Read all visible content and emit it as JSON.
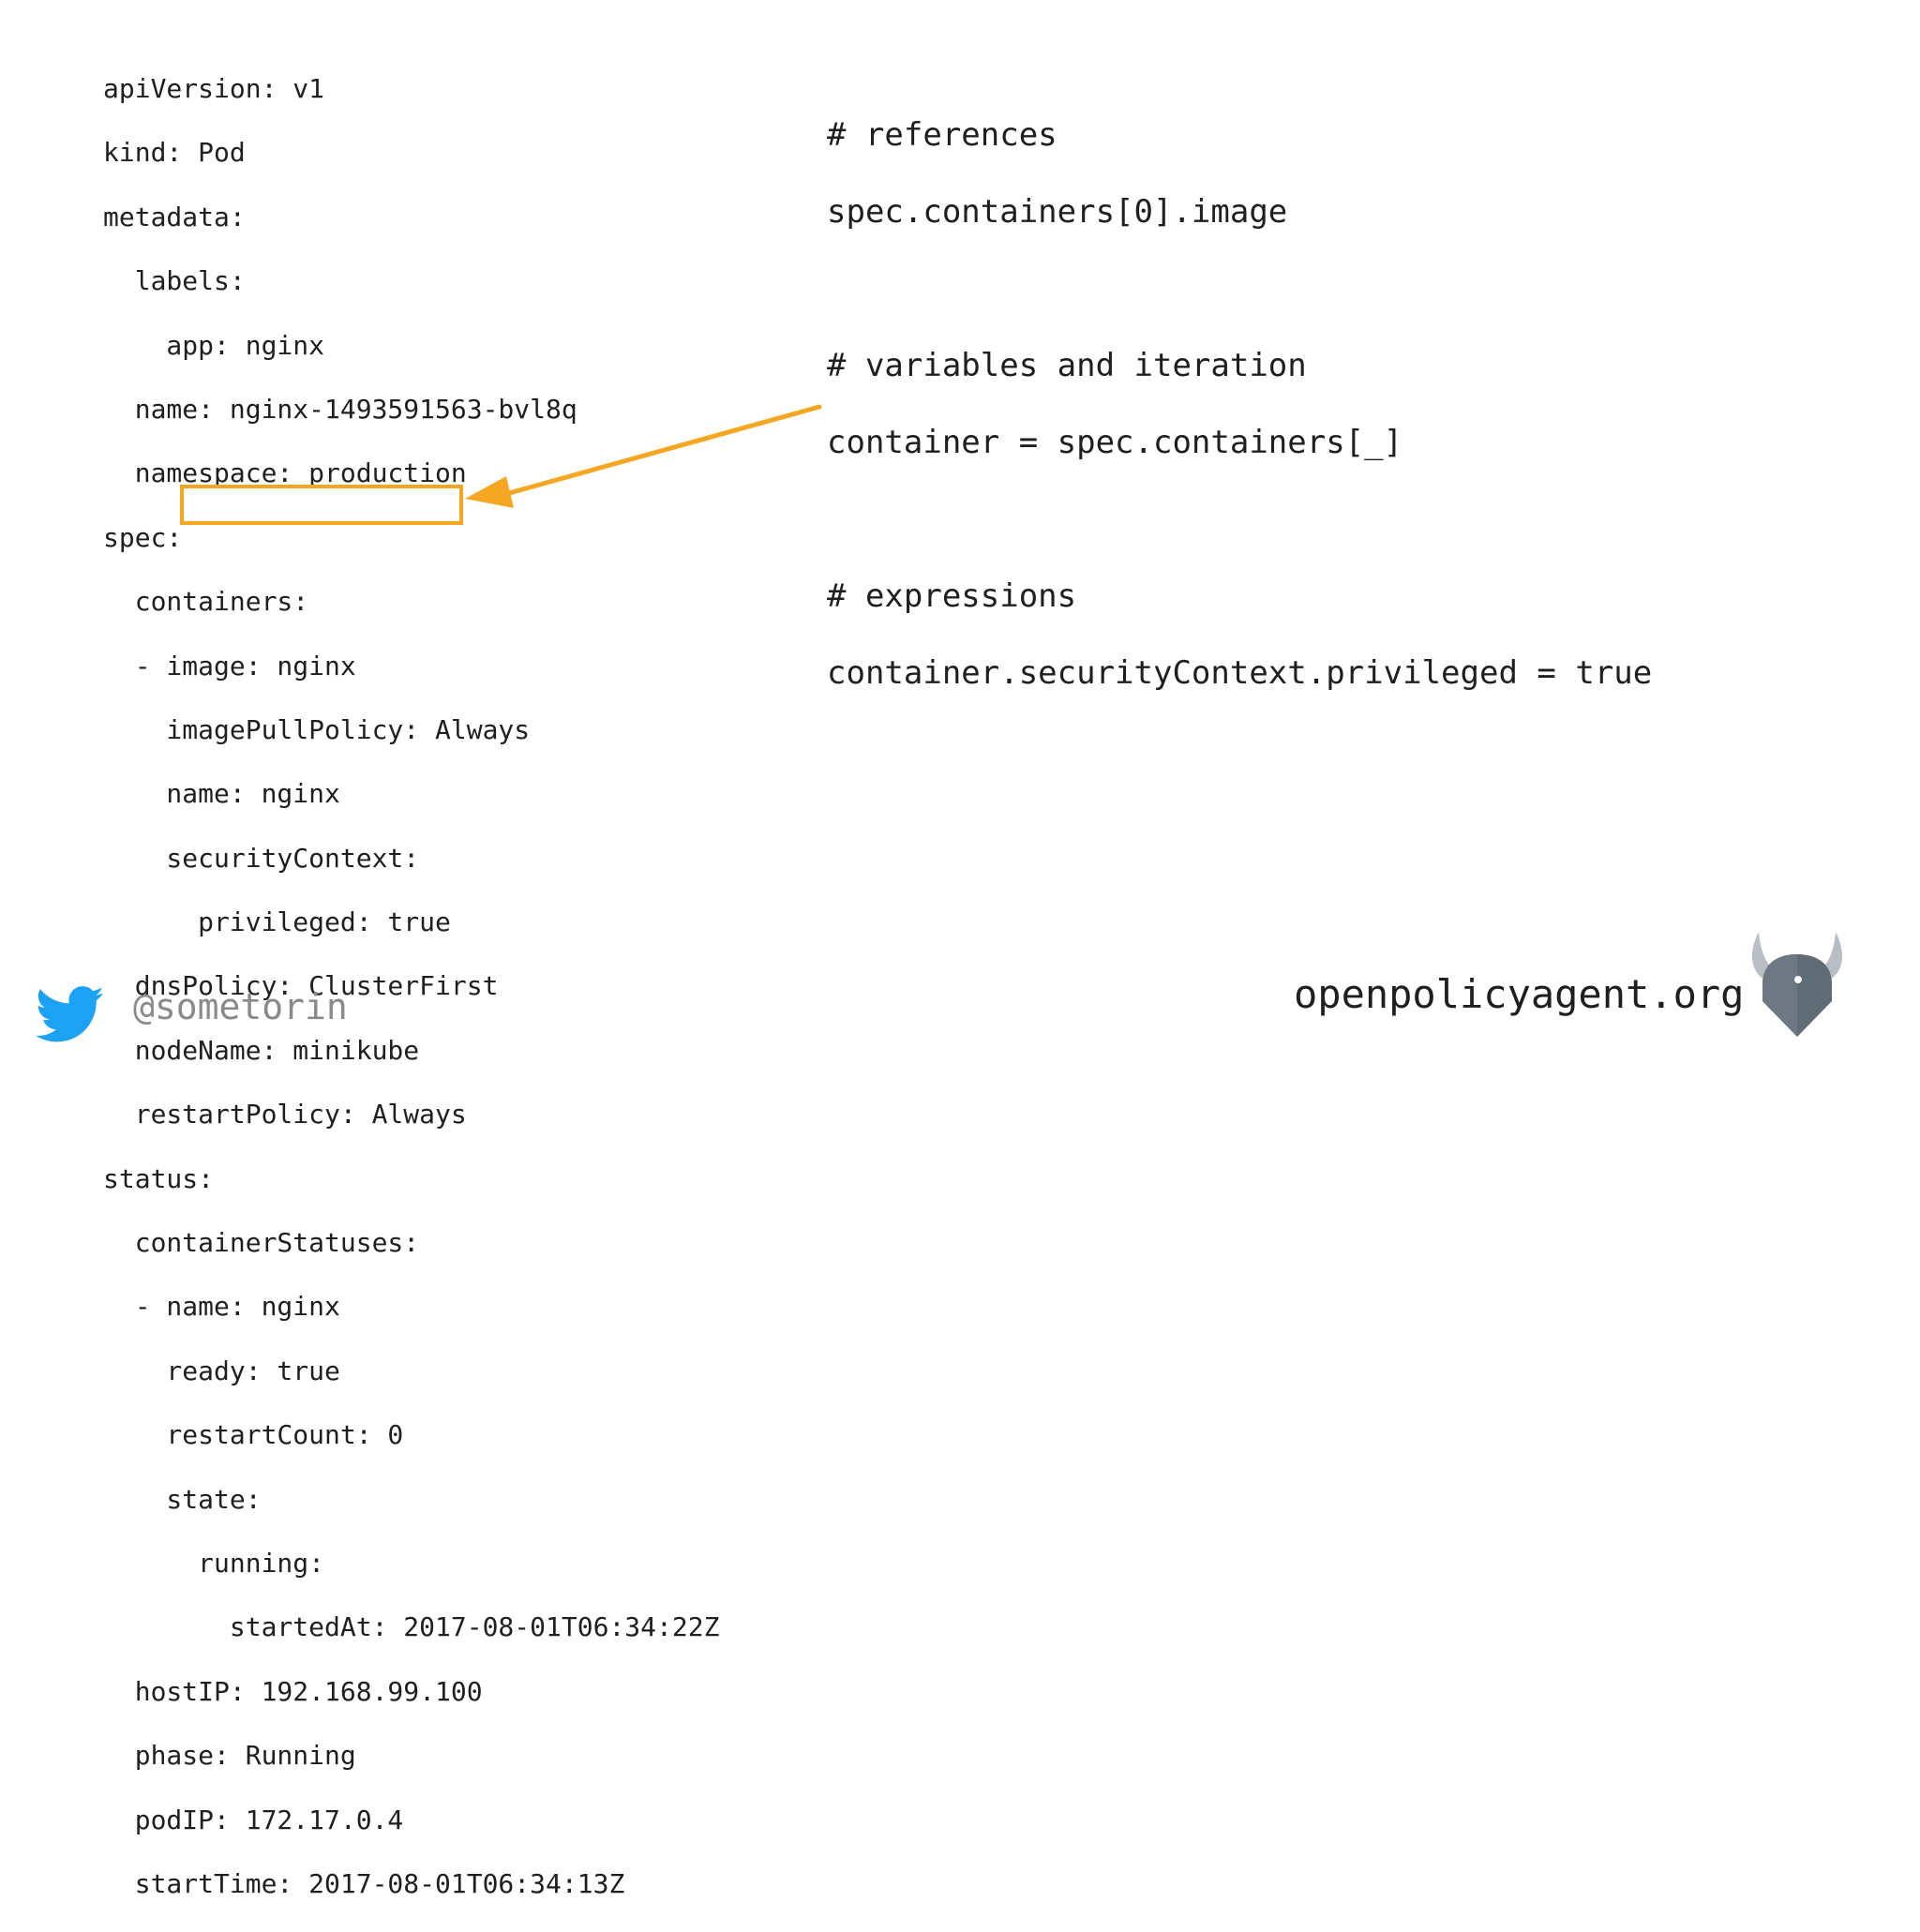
{
  "yaml_lines": [
    "apiVersion: v1",
    "kind: Pod",
    "metadata:",
    "  labels:",
    "    app: nginx",
    "  name: nginx-1493591563-bvl8q",
    "  namespace: production",
    "spec:",
    "  containers:",
    "  - image: nginx",
    "    imagePullPolicy: Always",
    "    name: nginx",
    "    securityContext:",
    "      privileged: true",
    "  dnsPolicy: ClusterFirst",
    "  nodeName: minikube",
    "  restartPolicy: Always",
    "status:",
    "  containerStatuses:",
    "  - name: nginx",
    "    ready: true",
    "    restartCount: 0",
    "    state:",
    "      running:",
    "        startedAt: 2017-08-01T06:34:22Z",
    "  hostIP: 192.168.99.100",
    "  phase: Running",
    "  podIP: 172.17.0.4",
    "  startTime: 2017-08-01T06:34:13Z"
  ],
  "rego_lines": [
    "# references",
    "spec.containers[0].image",
    "",
    "# variables and iteration",
    "container = spec.containers[_]",
    "",
    "# expressions",
    "container.securityContext.privileged = true"
  ],
  "footer": {
    "handle": "@sometorin",
    "site": "openpolicyagent.org"
  },
  "icons": {
    "twitter": "twitter-bird-icon",
    "logo": "opa-viking-helmet-logo"
  },
  "colors": {
    "accent": "#f5a623",
    "twitter_blue": "#1da1f2",
    "logo_gray": "#5f6b75"
  }
}
